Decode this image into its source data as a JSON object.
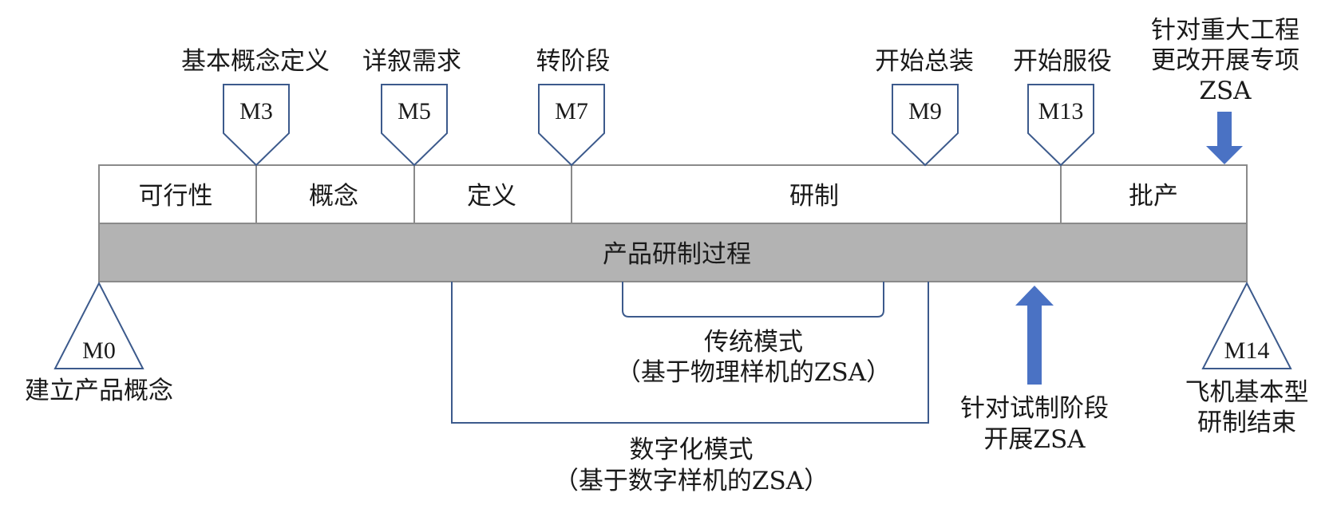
{
  "milestones_top": [
    {
      "code": "M3",
      "caption": "基本概念定义"
    },
    {
      "code": "M5",
      "caption": "详叙需求"
    },
    {
      "code": "M7",
      "caption": "转阶段"
    },
    {
      "code": "M9",
      "caption": "开始总装"
    },
    {
      "code": "M13",
      "caption": "开始服役"
    }
  ],
  "milestones_bottom": [
    {
      "code": "M0",
      "caption_lines": [
        "建立产品概念"
      ]
    },
    {
      "code": "M14",
      "caption_lines": [
        "飞机基本型",
        "研制结束"
      ]
    }
  ],
  "phases": [
    "可行性",
    "概念",
    "定义",
    "研制",
    "批产"
  ],
  "process_bar": "产品研制过程",
  "traditional_mode": {
    "title": "传统模式",
    "subtitle": "（基于物理样机的ZSA）"
  },
  "digital_mode": {
    "title": "数字化模式",
    "subtitle": "（基于数字样机的ZSA）"
  },
  "annotations": {
    "trial_zsa": [
      "针对试制阶段",
      "开展ZSA"
    ],
    "major_change_zsa": [
      "针对重大工程",
      "更改开展专项",
      "ZSA"
    ]
  },
  "colors": {
    "line": "#3c5a8c",
    "arrow": "#4a72c4",
    "bar": "#b3b3b3",
    "border": "#8a8a8a"
  }
}
